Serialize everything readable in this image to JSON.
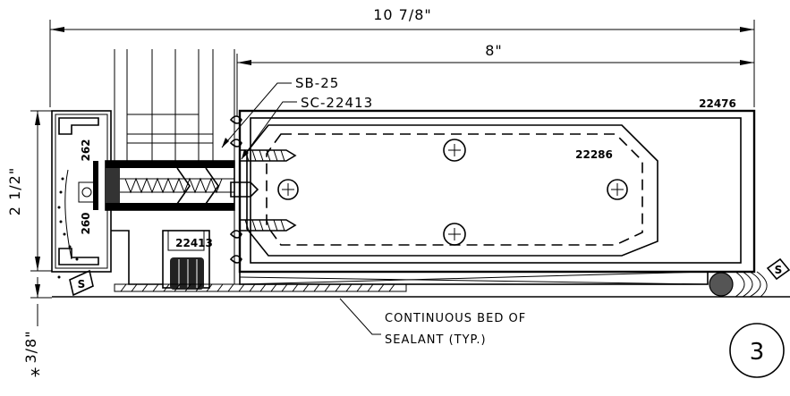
{
  "dimensions": {
    "overall_width": "10 7/8\"",
    "inner_width": "8\"",
    "height": "2 1/2\"",
    "recess": "3/8\"",
    "recess_marker": "*"
  },
  "callouts": {
    "sb": "SB-25",
    "sc": "SC-22413"
  },
  "parts": {
    "housing": "22476",
    "closer": "22286",
    "pivot": "22413",
    "rail_top": "262",
    "rail_bottom": "260"
  },
  "symbols": {
    "sealant_left": "S",
    "sealant_right": "S"
  },
  "note": {
    "line1": "CONTINUOUS BED OF",
    "line2": "SEALANT (TYP.)"
  },
  "detail_number": "3"
}
